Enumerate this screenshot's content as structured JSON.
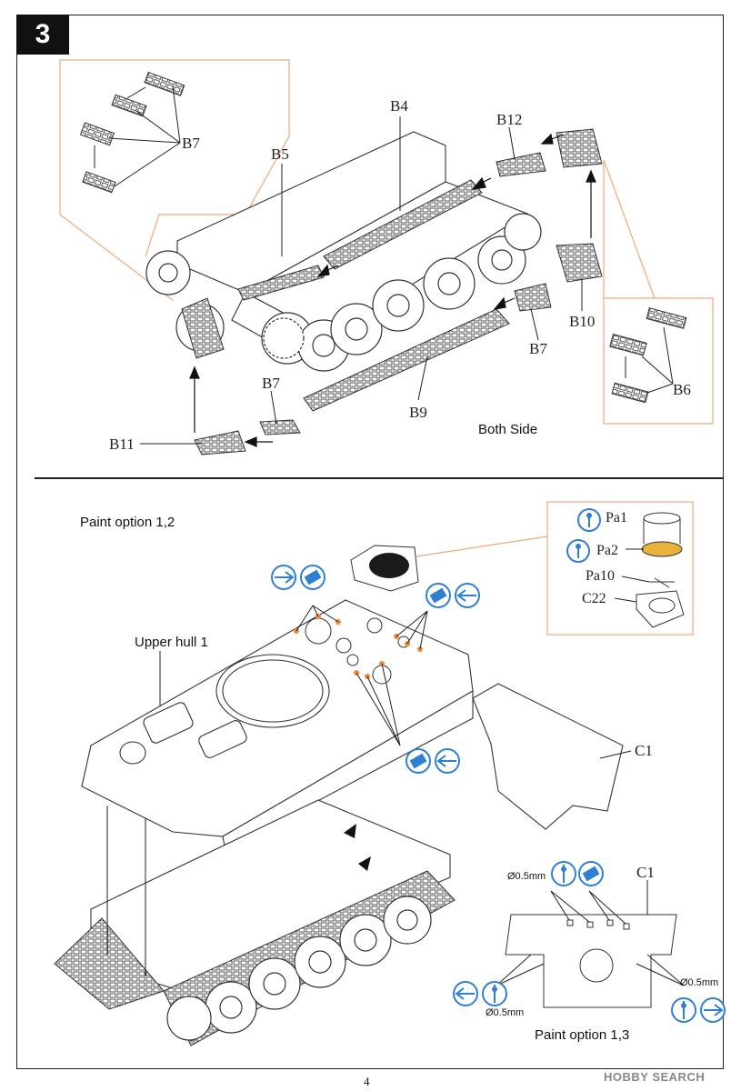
{
  "step_number": "3",
  "top_section": {
    "part_labels": {
      "b7_top": "B7",
      "b5": "B5",
      "b4": "B4",
      "b12": "B12",
      "b10": "B10",
      "b7_right": "B7",
      "b6": "B6",
      "b7_bottom": "B7",
      "b9": "B9",
      "b11": "B11"
    },
    "both_side": "Both Side"
  },
  "bottom_section": {
    "paint_option_a": "Paint option 1,2",
    "upper_hull": "Upper hull 1",
    "detail_labels": {
      "pa1": "Pa1",
      "pa2": "Pa2",
      "pa10": "Pa10",
      "c22": "C22"
    },
    "c1_main": "C1",
    "c1_detail": "C1",
    "drill_1": "Ø0.5mm",
    "drill_2": "Ø0.5mm",
    "drill_3": "Ø0.5mm",
    "paint_option_b": "Paint option 1,3"
  },
  "page_number": "4",
  "watermark": "HOBBY SEARCH",
  "colors": {
    "callout_orange": "#f2a878",
    "icon_blue": "#2f7fd3",
    "paint_gold": "#e9b23a"
  },
  "icons": [
    "drill-icon",
    "cement-icon",
    "glue-icon",
    "remove-icon"
  ]
}
